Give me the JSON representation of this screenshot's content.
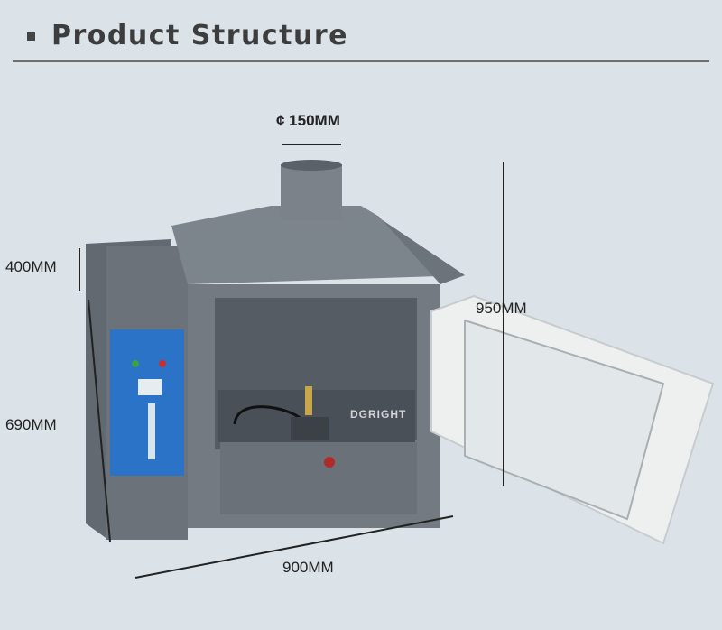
{
  "header": {
    "title": "Product Structure"
  },
  "dimensions": {
    "duct_diameter": "¢ 150MM",
    "hood_height": "400MM",
    "cabinet_height": "690MM",
    "total_height": "950MM",
    "width": "900MM"
  },
  "watermark": "DGRIGHT",
  "colors": {
    "cabinet": "#6e757c",
    "hood": "#7a8289",
    "door": "#eef0f0",
    "background": "#dbe3e8"
  }
}
